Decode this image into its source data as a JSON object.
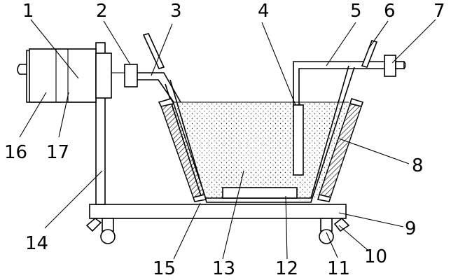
{
  "diagram": {
    "labels": [
      {
        "id": "label-1",
        "text": "1"
      },
      {
        "id": "label-2",
        "text": "2"
      },
      {
        "id": "label-3",
        "text": "3"
      },
      {
        "id": "label-4",
        "text": "4"
      },
      {
        "id": "label-5",
        "text": "5"
      },
      {
        "id": "label-6",
        "text": "6"
      },
      {
        "id": "label-7",
        "text": "7"
      },
      {
        "id": "label-8",
        "text": "8"
      },
      {
        "id": "label-9",
        "text": "9"
      },
      {
        "id": "label-10",
        "text": "10"
      },
      {
        "id": "label-11",
        "text": "11"
      },
      {
        "id": "label-12",
        "text": "12"
      },
      {
        "id": "label-13",
        "text": "13"
      },
      {
        "id": "label-14",
        "text": "14"
      },
      {
        "id": "label-15",
        "text": "15"
      },
      {
        "id": "label-16",
        "text": "16"
      },
      {
        "id": "label-17",
        "text": "17"
      }
    ]
  }
}
